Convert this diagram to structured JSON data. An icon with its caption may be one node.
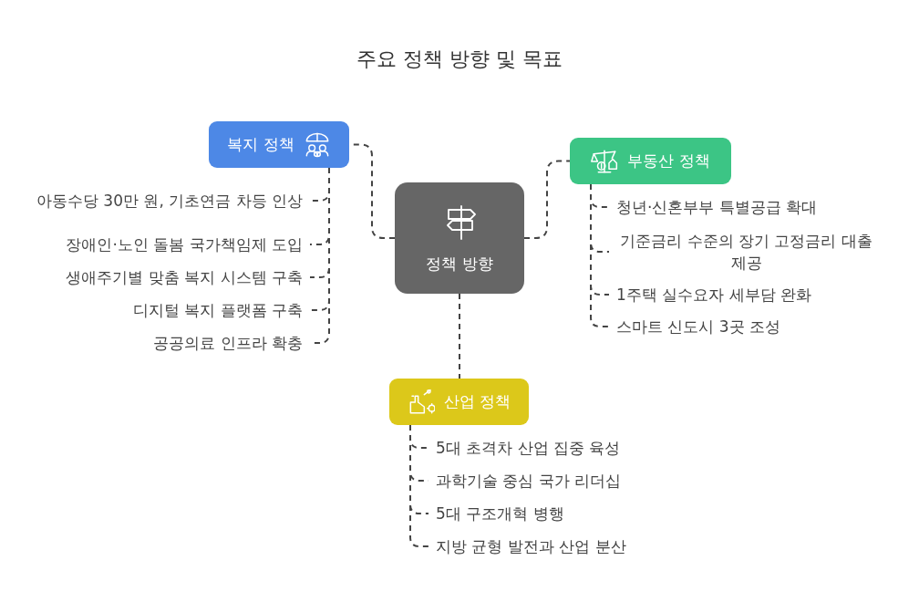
{
  "diagram": {
    "title": "주요 정책 방향 및 목표",
    "nodes": [
      {
        "text": [
          "정책 방향"
        ]
      },
      {
        "text": [
          "복지 정책"
        ]
      },
      {
        "text": [
          "아동수당 30만 원, 기초연금 차등 인상"
        ]
      },
      {
        "text": [
          "장애인·노인 돌봄 국가책임제 도입"
        ]
      },
      {
        "text": [
          "생애주기별 맞춤 복지 시스템 구축"
        ]
      },
      {
        "text": [
          "디지털 복지 플랫폼 구축"
        ]
      },
      {
        "text": [
          "공공의료 인프라 확충"
        ]
      },
      {
        "text": [
          "부동산 정책"
        ]
      },
      {
        "text": [
          "청년·신혼부부 특별공급 확대"
        ]
      },
      {
        "text": [
          "기준금리 수준의 장기 고정금리 대출 제공"
        ]
      },
      {
        "text": [
          "1주택 실수요자 세부담 완화"
        ]
      },
      {
        "text": [
          "스마트 신도시 3곳 조성"
        ]
      },
      {
        "text": [
          "산업 정책"
        ]
      },
      {
        "text": [
          "5대 초격차 산업 집중 육성"
        ]
      },
      {
        "text": [
          "과학기술 중심 국가 리더십"
        ]
      },
      {
        "text": [
          "5대 구조개혁 병행"
        ]
      },
      {
        "text": [
          "지방 균형 발전과 산업 분산"
        ]
      }
    ],
    "edges": [
      {
        "from": 0,
        "to": 1,
        "arrow": "none"
      },
      {
        "from": 1,
        "to": 2,
        "arrow": "none"
      },
      {
        "from": 1,
        "to": 3,
        "arrow": "none"
      },
      {
        "from": 1,
        "to": 4,
        "arrow": "none"
      },
      {
        "from": 1,
        "to": 5,
        "arrow": "none"
      },
      {
        "from": 1,
        "to": 6,
        "arrow": "none"
      },
      {
        "from": 0,
        "to": 7,
        "arrow": "none"
      },
      {
        "from": 7,
        "to": 8,
        "arrow": "none"
      },
      {
        "from": 7,
        "to": 9,
        "arrow": "none"
      },
      {
        "from": 7,
        "to": 10,
        "arrow": "none"
      },
      {
        "from": 7,
        "to": 11,
        "arrow": "none"
      },
      {
        "from": 0,
        "to": 12,
        "arrow": "none"
      },
      {
        "from": 12,
        "to": 13,
        "arrow": "none"
      },
      {
        "from": 12,
        "to": 14,
        "arrow": "none"
      },
      {
        "from": 12,
        "to": 15,
        "arrow": "none"
      },
      {
        "from": 12,
        "to": 16,
        "arrow": "none"
      }
    ]
  }
}
